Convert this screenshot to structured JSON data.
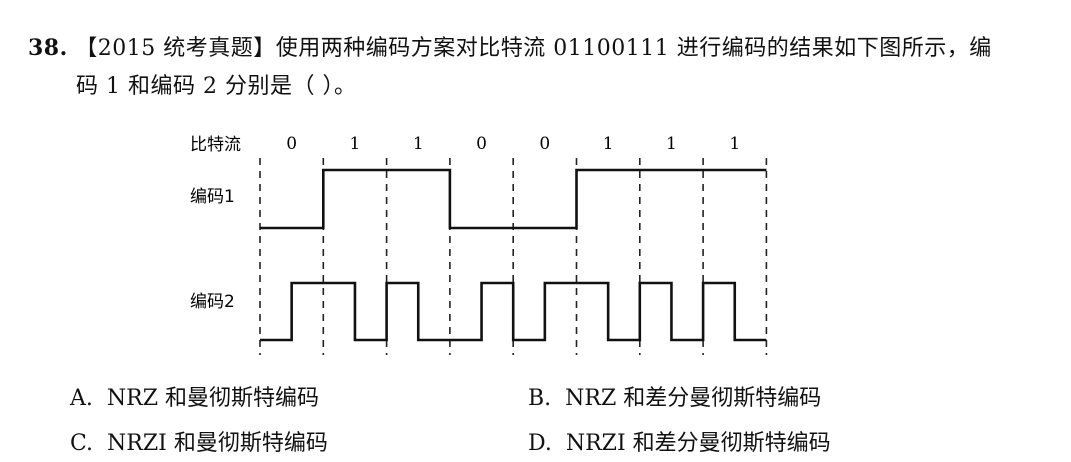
{
  "question": {
    "number": "38.",
    "tag": "【2015 统考真题】",
    "text_line1": "使用两种编码方案对比特流 01100111 进行编码的结果如下图所示，编",
    "text_line2": "码 1 和编码 2 分别是（   ）。"
  },
  "diagram": {
    "row_labels": {
      "bits": "比特流",
      "code1": "编码1",
      "code2": "编码2"
    },
    "bits": [
      "0",
      "1",
      "1",
      "0",
      "0",
      "1",
      "1",
      "1"
    ],
    "code1_levels": [
      0,
      1,
      1,
      0,
      0,
      1,
      1,
      1
    ],
    "code2_half_levels": [
      [
        0,
        1
      ],
      [
        1,
        0
      ],
      [
        1,
        0
      ],
      [
        0,
        1
      ],
      [
        0,
        1
      ],
      [
        1,
        0
      ],
      [
        1,
        0
      ],
      [
        1,
        0
      ]
    ]
  },
  "options": {
    "a": {
      "letter": "A.",
      "text": "NRZ 和曼彻斯特编码"
    },
    "b": {
      "letter": "B.",
      "text": "NRZ 和差分曼彻斯特编码"
    },
    "c": {
      "letter": "C.",
      "text": "NRZI 和曼彻斯特编码"
    },
    "d": {
      "letter": "D.",
      "text": "NRZI 和差分曼彻斯特编码"
    }
  }
}
